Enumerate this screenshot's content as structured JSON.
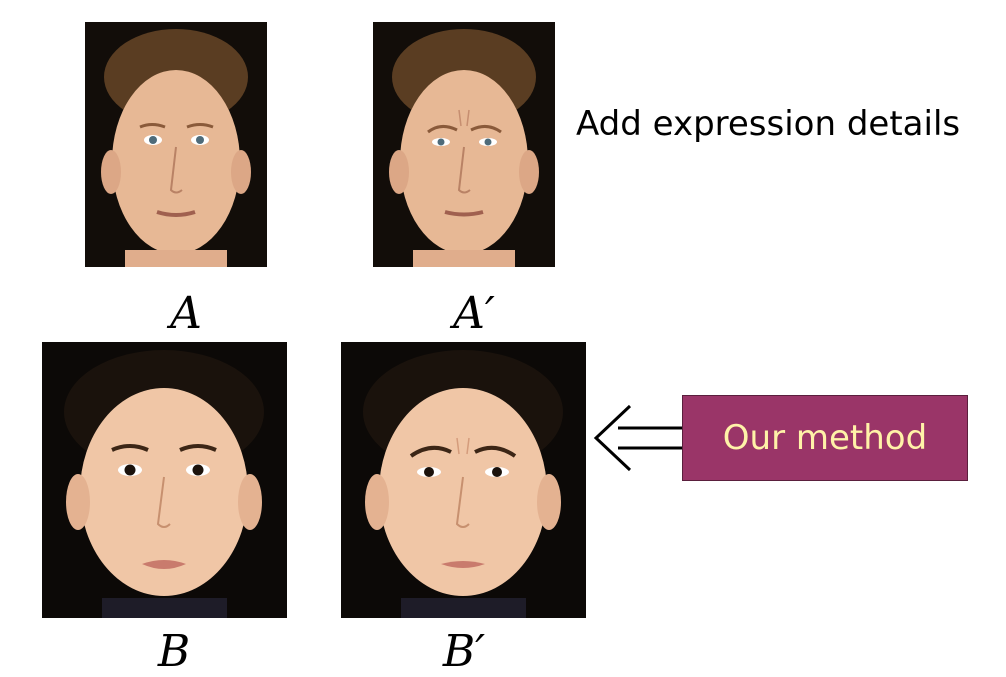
{
  "caption": "Add expression details",
  "method_label": "Our method",
  "labels": {
    "a": "A",
    "a_prime": "A′",
    "b": "B",
    "b_prime": "B′"
  },
  "colors": {
    "method_box": "#9a3568",
    "method_text": "#fff2a8",
    "photo_background": "#0d0a08"
  },
  "icons": {
    "arrow": "double-arrow-left-icon"
  }
}
